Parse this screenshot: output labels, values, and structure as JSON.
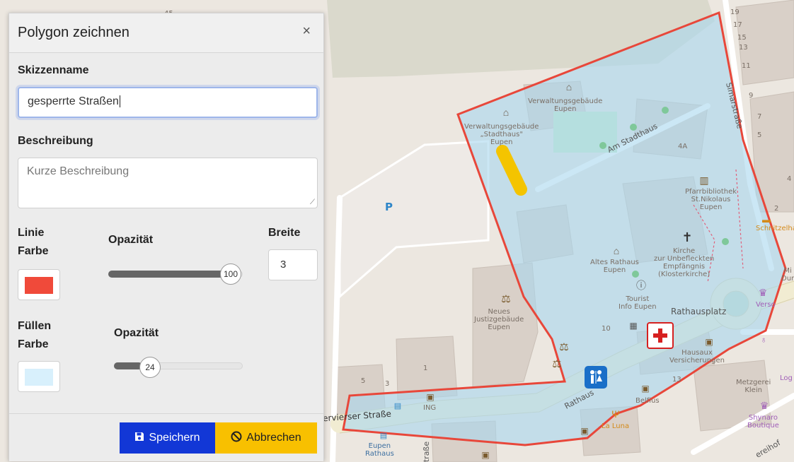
{
  "map": {
    "labels": {
      "verwaltung_eupen_1": "Verwaltungsgebäude",
      "verwaltung_eupen_2": "Eupen",
      "stadthaus_1": "Verwaltungsgebäude",
      "stadthaus_2": "„Stadthaus\"",
      "stadthaus_3": "Eupen",
      "am_stadthaus": "Am Stadthaus",
      "simarstrasse": "Simarstraße",
      "pfarr_1": "Pfarrbibliothek",
      "pfarr_2": "St.Nikolaus",
      "pfarr_3": "Eupen",
      "altes_1": "Altes Rathaus",
      "altes_2": "Eupen",
      "kirche_1": "Kirche",
      "kirche_2": "zur Unbefleckten",
      "kirche_3": "Empfängnis",
      "kirche_4": "(Klosterkirche)",
      "tourist_1": "Tourist",
      "tourist_2": "Info Eupen",
      "rathausplatz": "Rathausplatz",
      "neues_1": "Neues",
      "neues_2": "Justizgebäude",
      "neues_3": "Eupen",
      "hausaux_1": "Hausaux",
      "hausaux_2": "Versicherungen",
      "metzgerei_1": "Metzgerei",
      "metzgerei_2": "Klein",
      "belfius": "Belfius",
      "laluna": "La Luna",
      "ing": "ING",
      "shynaro_1": "Shynaro",
      "shynaro_2": "Boutique",
      "schnitzelhaus": "Schnitzelhaus",
      "verviers": "ervierser Straße",
      "rathaus_road": "Rathaus",
      "eupen_rathaus_1": "Eupen",
      "eupen_rathaus_2": "Rathaus",
      "strasse_v": "traße",
      "verso": "Verso",
      "mi": "Mi",
      "dur": "Dur",
      "log": "Log",
      "ereihof": "ereihof",
      "parking": "P",
      "n4a": "4A",
      "n10": "10",
      "n13": "13",
      "n1": "1",
      "n5": "5",
      "n3": "3",
      "n2": "2",
      "n4": "4",
      "n5b": "5",
      "n7": "7",
      "n9": "9",
      "n11": "11",
      "n13b": "13",
      "n15": "15",
      "n17": "17",
      "n19": "19",
      "n45": "45"
    },
    "polygon_color": "#e8473a",
    "polygon_fill": "#a9d7ef"
  },
  "panel": {
    "title": "Polygon zeichnen",
    "close_glyph": "×",
    "sketch_name_label": "Skizzenname",
    "sketch_name_value": "gesperrte Straßen",
    "description_label": "Beschreibung",
    "description_placeholder": "Kurze Beschreibung",
    "line_color_label_1": "Linie",
    "line_color_label_2": "Farbe",
    "line_color": "#f04a3a",
    "line_opacity_label": "Opazität",
    "line_opacity_value": "100",
    "width_label": "Breite",
    "width_value": "3",
    "fill_color_label_1": "Füllen",
    "fill_color_label_2": "Farbe",
    "fill_color": "#d8f0fc",
    "fill_opacity_label": "Opazität",
    "fill_opacity_value": "24",
    "save_label": "Speichern",
    "cancel_label": "Abbrechen"
  }
}
